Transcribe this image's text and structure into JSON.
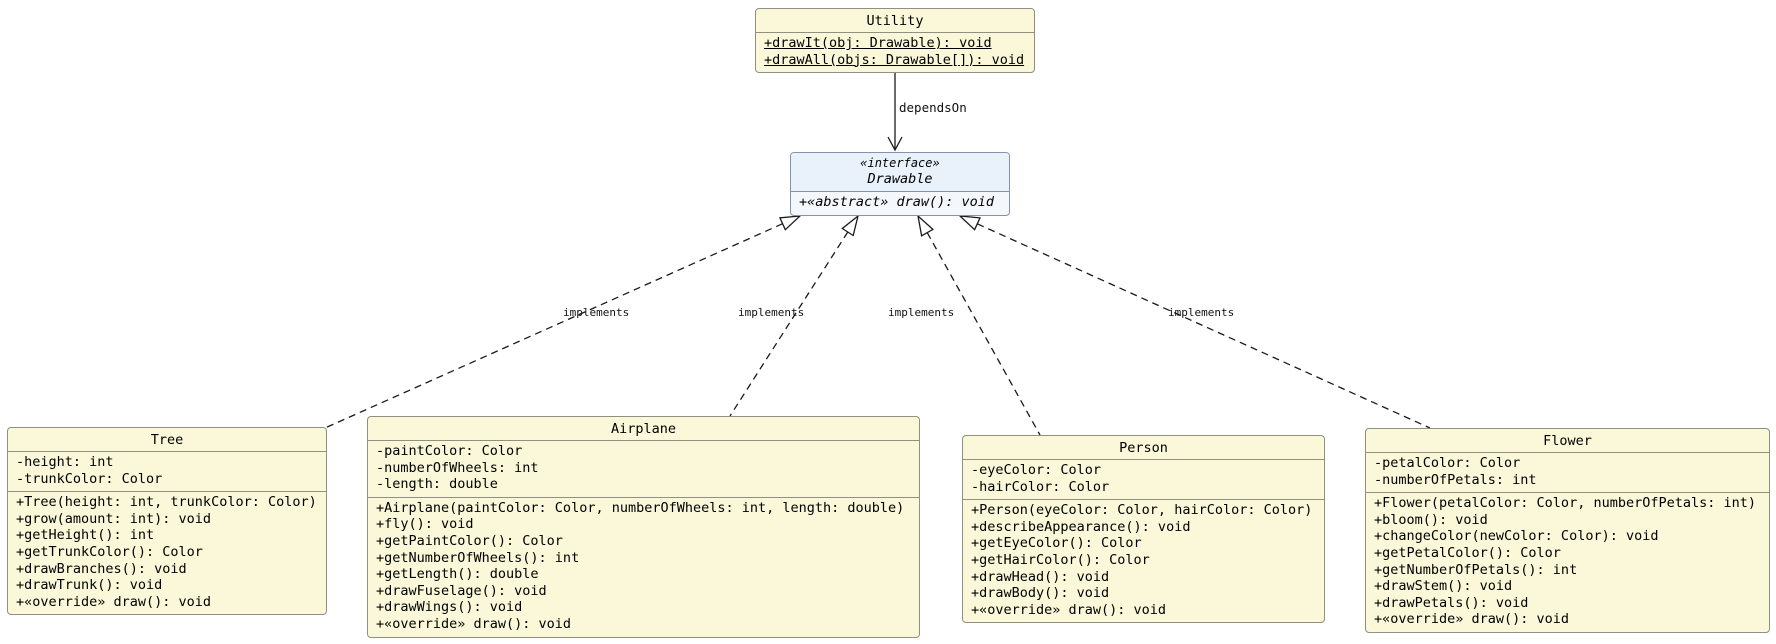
{
  "classes": {
    "utility": {
      "name": "Utility",
      "methods": [
        "+drawIt(obj: Drawable): void",
        "+drawAll(objs: Drawable[]): void"
      ]
    },
    "drawable": {
      "stereotype": "«interface»",
      "name": "Drawable",
      "methods": [
        "+«abstract» draw(): void"
      ]
    },
    "tree": {
      "name": "Tree",
      "attributes": [
        "-height: int",
        "-trunkColor: Color"
      ],
      "methods": [
        "+Tree(height: int, trunkColor: Color)",
        "+grow(amount: int): void",
        "+getHeight(): int",
        "+getTrunkColor(): Color",
        "+drawBranches(): void",
        "+drawTrunk(): void",
        "+«override» draw(): void"
      ]
    },
    "airplane": {
      "name": "Airplane",
      "attributes": [
        "-paintColor: Color",
        "-numberOfWheels: int",
        "-length: double"
      ],
      "methods": [
        "+Airplane(paintColor: Color, numberOfWheels: int, length: double)",
        "+fly(): void",
        "+getPaintColor(): Color",
        "+getNumberOfWheels(): int",
        "+getLength(): double",
        "+drawFuselage(): void",
        "+drawWings(): void",
        "+«override» draw(): void"
      ]
    },
    "person": {
      "name": "Person",
      "attributes": [
        "-eyeColor: Color",
        "-hairColor: Color"
      ],
      "methods": [
        "+Person(eyeColor: Color, hairColor: Color)",
        "+describeAppearance(): void",
        "+getEyeColor(): Color",
        "+getHairColor(): Color",
        "+drawHead(): void",
        "+drawBody(): void",
        "+«override» draw(): void"
      ]
    },
    "flower": {
      "name": "Flower",
      "attributes": [
        "-petalColor: Color",
        "-numberOfPetals: int"
      ],
      "methods": [
        "+Flower(petalColor: Color, numberOfPetals: int)",
        "+bloom(): void",
        "+changeColor(newColor: Color): void",
        "+getPetalColor(): Color",
        "+getNumberOfPetals(): int",
        "+drawStem(): void",
        "+drawPetals(): void",
        "+«override» draw(): void"
      ]
    }
  },
  "relationships": {
    "depends_label": "dependsOn",
    "implements_labels": [
      "implements",
      "implements",
      "implements",
      "implements"
    ]
  },
  "colors": {
    "class_fill": "#faf8d8",
    "class_border": "#8f8f82",
    "interface_header_fill": "#e9f1fb",
    "interface_body_fill": "#f4f8fd",
    "interface_border": "#8494a8",
    "edge": "#1a1a1a"
  }
}
